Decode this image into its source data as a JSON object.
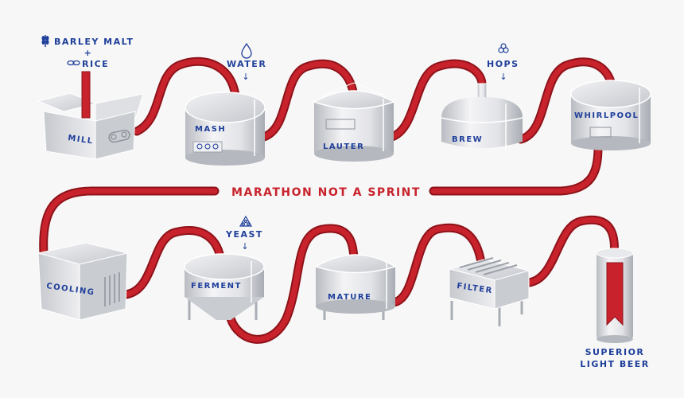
{
  "colors": {
    "pipe": "#c8232c",
    "pipe_dark": "#8e1219",
    "label": "#1f3f9a",
    "background": "#f7f7f7"
  },
  "inputs": {
    "barley": "BARLEY MALT",
    "plus": "+",
    "rice": "RICE",
    "water": "WATER",
    "hops": "HOPS",
    "yeast": "YEAST",
    "arrow": "↓"
  },
  "slogan": "MARATHON NOT A SPRINT",
  "steps": {
    "mill": "MILL",
    "mash": "MASH",
    "lauter": "LAUTER",
    "brew": "BREW",
    "whirlpool": "WHIRLPOOL",
    "cooling": "COOLING",
    "ferment": "FERMENT",
    "mature": "MATURE",
    "filter": "FILTER"
  },
  "product": {
    "line1": "SUPERIOR",
    "line2": "LIGHT BEER"
  },
  "icons": {
    "barley": "barley-icon",
    "rice": "rice-icon",
    "water": "water-drop-icon",
    "hops": "hops-icon",
    "yeast": "yeast-icon"
  }
}
